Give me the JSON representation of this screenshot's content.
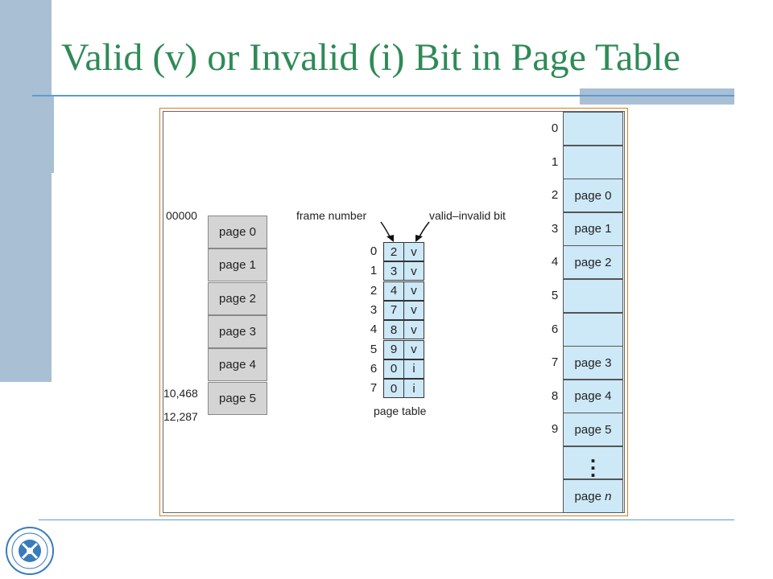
{
  "title": "Valid (v) or Invalid (i) Bit in Page Table",
  "logical_memory": {
    "addresses": {
      "start": "00000",
      "mid": "10,468",
      "end": "12,287"
    },
    "pages": [
      "page 0",
      "page 1",
      "page 2",
      "page 3",
      "page 4",
      "page 5"
    ]
  },
  "page_table": {
    "frame_label": "frame number",
    "valid_label": "valid–invalid bit",
    "caption": "page table",
    "indices": [
      "0",
      "1",
      "2",
      "3",
      "4",
      "5",
      "6",
      "7"
    ],
    "rows": [
      {
        "frame": "2",
        "bit": "v"
      },
      {
        "frame": "3",
        "bit": "v"
      },
      {
        "frame": "4",
        "bit": "v"
      },
      {
        "frame": "7",
        "bit": "v"
      },
      {
        "frame": "8",
        "bit": "v"
      },
      {
        "frame": "9",
        "bit": "v"
      },
      {
        "frame": "0",
        "bit": "i"
      },
      {
        "frame": "0",
        "bit": "i"
      }
    ]
  },
  "physical_memory": {
    "indices": [
      "0",
      "1",
      "2",
      "3",
      "4",
      "5",
      "6",
      "7",
      "8",
      "9"
    ],
    "frames": [
      "",
      "",
      "page 0",
      "page 1",
      "page 2",
      "",
      "",
      "page 3",
      "page 4",
      "page 5"
    ],
    "last_prefix": "page ",
    "last_var": "n"
  },
  "colors": {
    "title": "#2e8b57",
    "frame_fill": "#cde8f7",
    "page_fill": "#d4d4d4",
    "border": "#d87c1f"
  }
}
